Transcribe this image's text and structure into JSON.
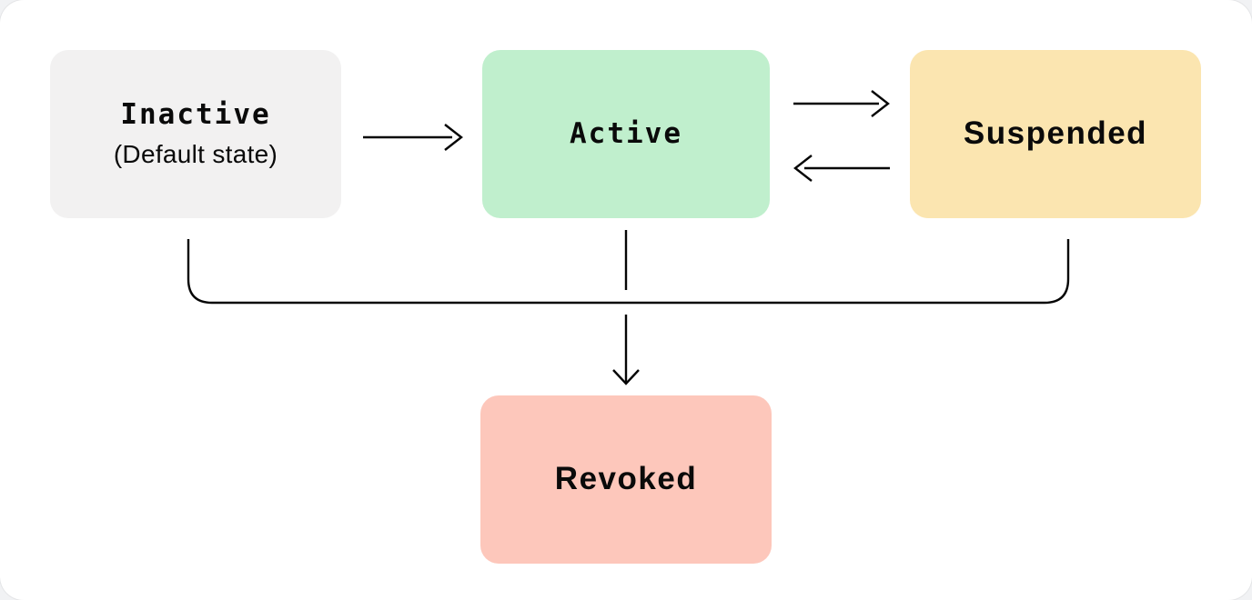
{
  "diagram": {
    "type": "state-diagram",
    "canvas_background": "#ffffff",
    "page_background": "#f1f2f4",
    "edge_color": "#050505",
    "text_color": "#0a0a0a",
    "nodes": [
      {
        "id": "inactive",
        "label": "Inactive",
        "sublabel": "(Default state)",
        "fill": "#f2f1f1"
      },
      {
        "id": "active",
        "label": "Active",
        "fill": "#c0efcd"
      },
      {
        "id": "suspended",
        "label": "Suspended",
        "fill": "#fbe5b0"
      },
      {
        "id": "revoked",
        "label": "Revoked",
        "fill": "#fdc7bb"
      }
    ],
    "edges": [
      {
        "from": "Inactive",
        "to": "Active",
        "kind": "straight-arrow"
      },
      {
        "from": "Active",
        "to": "Suspended",
        "kind": "straight-arrow"
      },
      {
        "from": "Suspended",
        "to": "Active",
        "kind": "straight-arrow"
      },
      {
        "from": "Inactive",
        "to": "Revoked",
        "kind": "merged-arrow"
      },
      {
        "from": "Active",
        "to": "Revoked",
        "kind": "merged-arrow"
      },
      {
        "from": "Suspended",
        "to": "Revoked",
        "kind": "merged-arrow"
      }
    ]
  }
}
